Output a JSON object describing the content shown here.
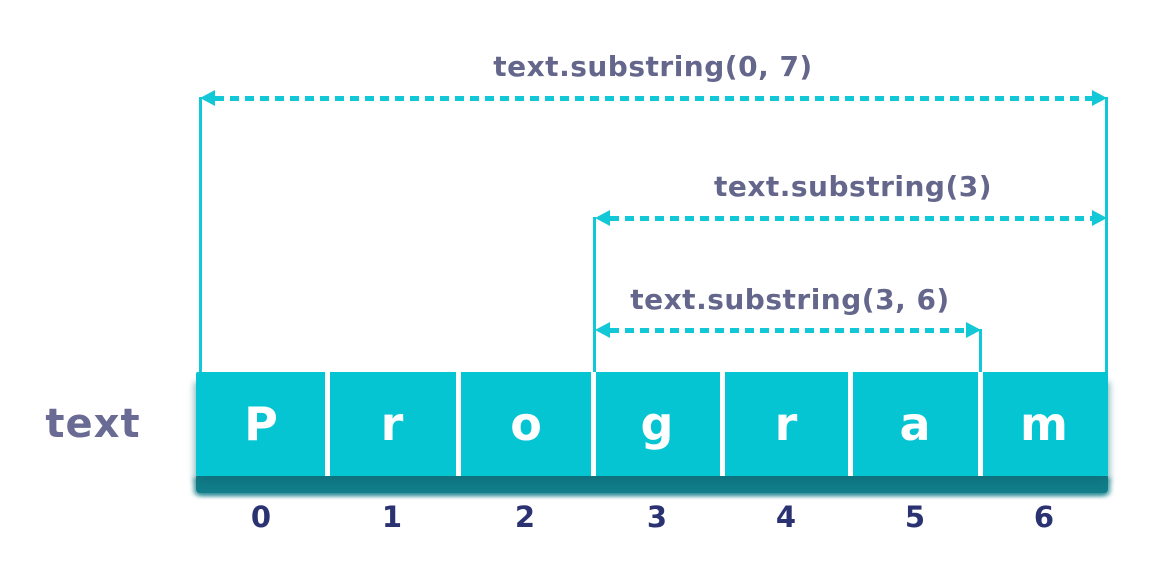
{
  "diagram": {
    "variable_label": "text",
    "word": "Program",
    "cells": {
      "letters": [
        "P",
        "r",
        "o",
        "g",
        "r",
        "a",
        "m"
      ],
      "indexes": [
        "0",
        "1",
        "2",
        "3",
        "4",
        "5",
        "6"
      ]
    },
    "annotations": [
      {
        "label": "text.substring(0, 7)",
        "start_index": 0,
        "end_index": 7
      },
      {
        "label": "text.substring(3)",
        "start_index": 3,
        "end_index": 7
      },
      {
        "label": "text.substring(3, 6)",
        "start_index": 3,
        "end_index": 6
      }
    ],
    "colors": {
      "accent_cyan": "#13c8d6",
      "bar_fill": "#06c5d3",
      "bar_shadow_band": "#117e8a",
      "annotation_text": "#64668c",
      "index_text": "#2b3272",
      "letter_text": "#ffffff",
      "background": "#ffffff"
    }
  }
}
